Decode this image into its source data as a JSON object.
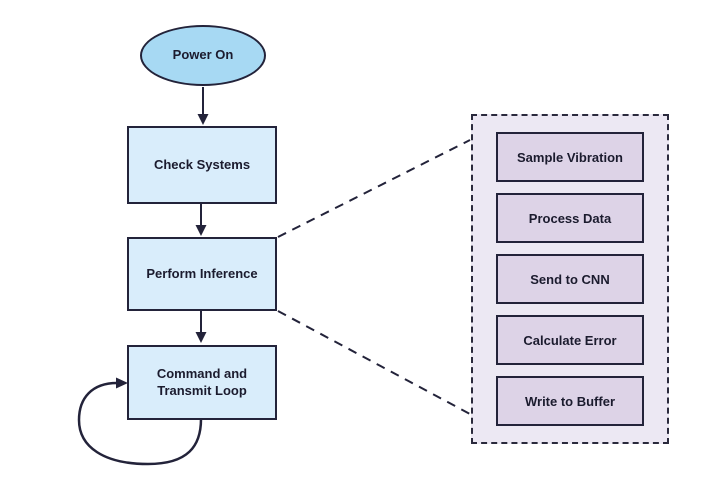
{
  "nodes": {
    "power_on": "Power On",
    "check_systems": "Check Systems",
    "perform_inference": "Perform Inference",
    "command_loop": "Command and Transmit Loop"
  },
  "subprocess": {
    "steps": [
      "Sample Vibration",
      "Process Data",
      "Send to CNN",
      "Calculate Error",
      "Write to Buffer"
    ]
  },
  "colors": {
    "terminal_fill": "#a7d9f3",
    "process_fill": "#d9edfb",
    "subprocess_container_fill": "#ece8f3",
    "subprocess_step_fill": "#ddd3e7",
    "stroke": "#23233a",
    "text": "#1b1b2e",
    "background": "#ffffff"
  }
}
